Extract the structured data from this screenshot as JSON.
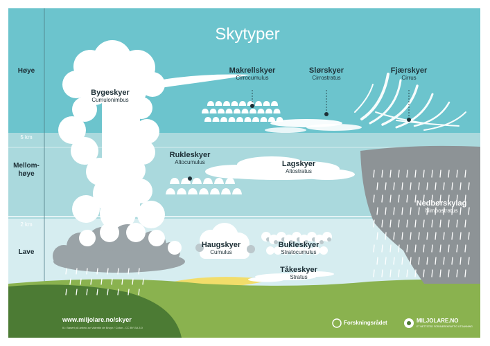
{
  "title": "Skytyper",
  "levels": {
    "high": "Høye",
    "mid_line1": "Mellom-",
    "mid_line2": "høye",
    "low": "Lave",
    "km5": "5 km",
    "km2": "2 km"
  },
  "clouds": {
    "bygeskyer": {
      "name": "Bygeskyer",
      "latin": "Cumulonimbus"
    },
    "makrellskyer": {
      "name": "Makrellskyer",
      "latin": "Cirrocumulus"
    },
    "slorskyer": {
      "name": "Slørskyer",
      "latin": "Cirrostratus"
    },
    "faerskyer": {
      "name": "Fjærskyer",
      "latin": "Cirrus"
    },
    "rukleskyer": {
      "name": "Rukleskyer",
      "latin": "Altocumulus"
    },
    "lagskyer": {
      "name": "Lagskyer",
      "latin": "Altostratus"
    },
    "nedborskylag": {
      "name": "Nedbørskylag",
      "latin": "Nimbostratus"
    },
    "haugskyer": {
      "name": "Haugskyer",
      "latin": "Cumulus"
    },
    "bukleskyer": {
      "name": "Bukleskyer",
      "latin": "Stratocumulus"
    },
    "takeskyer": {
      "name": "Tåkeskyer",
      "latin": "Stratus"
    }
  },
  "footer": {
    "url": "www.miljolare.no/skyer",
    "credit": "Ill.: Basert på arbeid av Valentin de Bruyn / Coton - CC BY-SA 3.0",
    "logo_left": "Forskningsrådet",
    "logo_right": "MILJOLARE.NO",
    "logo_right_sub": "ET NETTSTED FOR BÆREKRAFTIG UTDANNING"
  },
  "colors": {
    "high_sky": "#6cc4cd",
    "mid_sky": "#aad9dd",
    "low_sky": "#d6edf0",
    "grass": "#8ab24f",
    "hill_dark": "#4c7b34",
    "rain_cloud": "#8d9396",
    "shade": "#bcc8cc"
  }
}
